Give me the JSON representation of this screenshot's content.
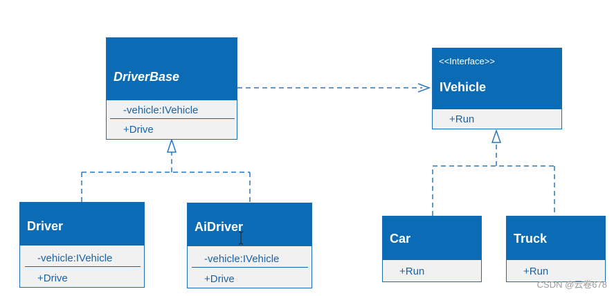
{
  "classes": {
    "driverbase": {
      "name": "DriverBase",
      "members": [
        "-vehicle:IVehicle",
        "+Drive"
      ]
    },
    "ivehicle": {
      "stereotype": "<<Interface>>",
      "name": "IVehicle",
      "members": [
        "+Run"
      ]
    },
    "driver": {
      "name": "Driver",
      "members": [
        "-vehicle:IVehicle",
        "+Drive"
      ]
    },
    "aidriver": {
      "name": "AiDriver",
      "members": [
        "-vehicle:IVehicle",
        "+Drive"
      ]
    },
    "car": {
      "name": "Car",
      "members": [
        "+Run"
      ]
    },
    "truck": {
      "name": "Truck",
      "members": [
        "+Run"
      ]
    }
  },
  "watermark": "CSDN @云卷678",
  "colors": {
    "header": "#0b6cb5",
    "body": "#f1f1f1",
    "member_text": "#1a63a5",
    "connector": "#2a76bd"
  }
}
